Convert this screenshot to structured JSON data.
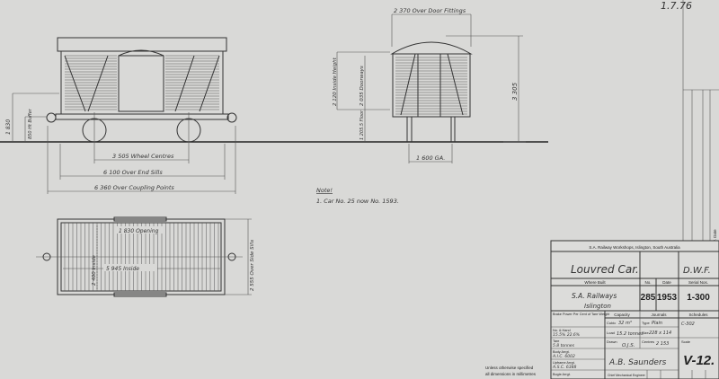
{
  "drawing": {
    "corner_date": "1.7.76",
    "side_view": {
      "dim_wheel_centres": "3 505 Wheel Centres",
      "dim_end_sills": "6 100 Over End Sills",
      "dim_coupling_points": "6 360 Over Coupling Points",
      "dim_height": "1 830",
      "dim_buffer": "850 Ht Buffer"
    },
    "end_view": {
      "dim_door_fittings": "2 370 Over Door Fittings",
      "dim_inside_height": "2 120 Inside Height",
      "dim_doorways": "2 035 Doorways",
      "dim_floor": "1 205.5 Floor",
      "dim_overall_height": "3 305",
      "dim_gauge": "1 600 GA."
    },
    "plan_view": {
      "dim_opening": "1 830 Opening",
      "dim_inside_width": "2 400 Inside",
      "dim_inside_length": "5 945 Inside",
      "dim_side_sills": "2 555 Over Side Sills"
    },
    "note": {
      "heading": "Note!",
      "line1": "1. Car No. 25 now No. 1593."
    },
    "footer_note": {
      "line1": "Unless otherwise specified",
      "line2": "all dimensions in millimetres"
    },
    "revision_label": "Rev. Date"
  },
  "title_block": {
    "header": "S.A. Railway Workshops, Islington, South Australia",
    "title": "Louvred Car.",
    "code": "D.W.F.",
    "where_built_label": "Where Built",
    "no_label": "No.",
    "date_label": "Date",
    "serial_label": "Serial Nos.",
    "where_built_value1": "S.A. Railways",
    "where_built_value2": "Islington",
    "no_value": "285",
    "date_value": "1953",
    "serial_value": "1-300",
    "brake_power_label": "Brake Power Per Cent of Tare Weight",
    "capacity_label": "Capacity",
    "journals_label": "Journals",
    "schedules_label": "Schedules",
    "cubic_label": "Cubic",
    "cubic_value": "32 m³",
    "type_label": "Type",
    "type_value": "Plain",
    "schedules_value": "C-302",
    "hand_brake_label": "No. & Hand",
    "hand_brake_value": "15.5% 22.6%",
    "load_label": "Load",
    "load_value": "15.2 tonnes",
    "size_label": "Size",
    "size_value": "228 x 114",
    "tare_label": "Tare",
    "tare_value": "5.8 tonnes",
    "drawn_label": "Drawn",
    "drawn_value": "O.J.S.",
    "centres_label": "Centres",
    "centres_value": "2 153",
    "scale_label": "Scale",
    "body_arrgt_label": "Body Arrgt.",
    "body_arrgt_value": "A.I.C. 6002",
    "underframe_label": "Upframe Arrgt.",
    "underframe_value": "A.S.C. 6388",
    "bogie_label": "Bogie Arrgt.",
    "signature": "A.B. Saunders",
    "signature_title": "Chief Mechanical Engineer",
    "drawing_number": "V-12."
  },
  "colors": {
    "paper": "#d9d9d7",
    "ink": "#333333"
  }
}
